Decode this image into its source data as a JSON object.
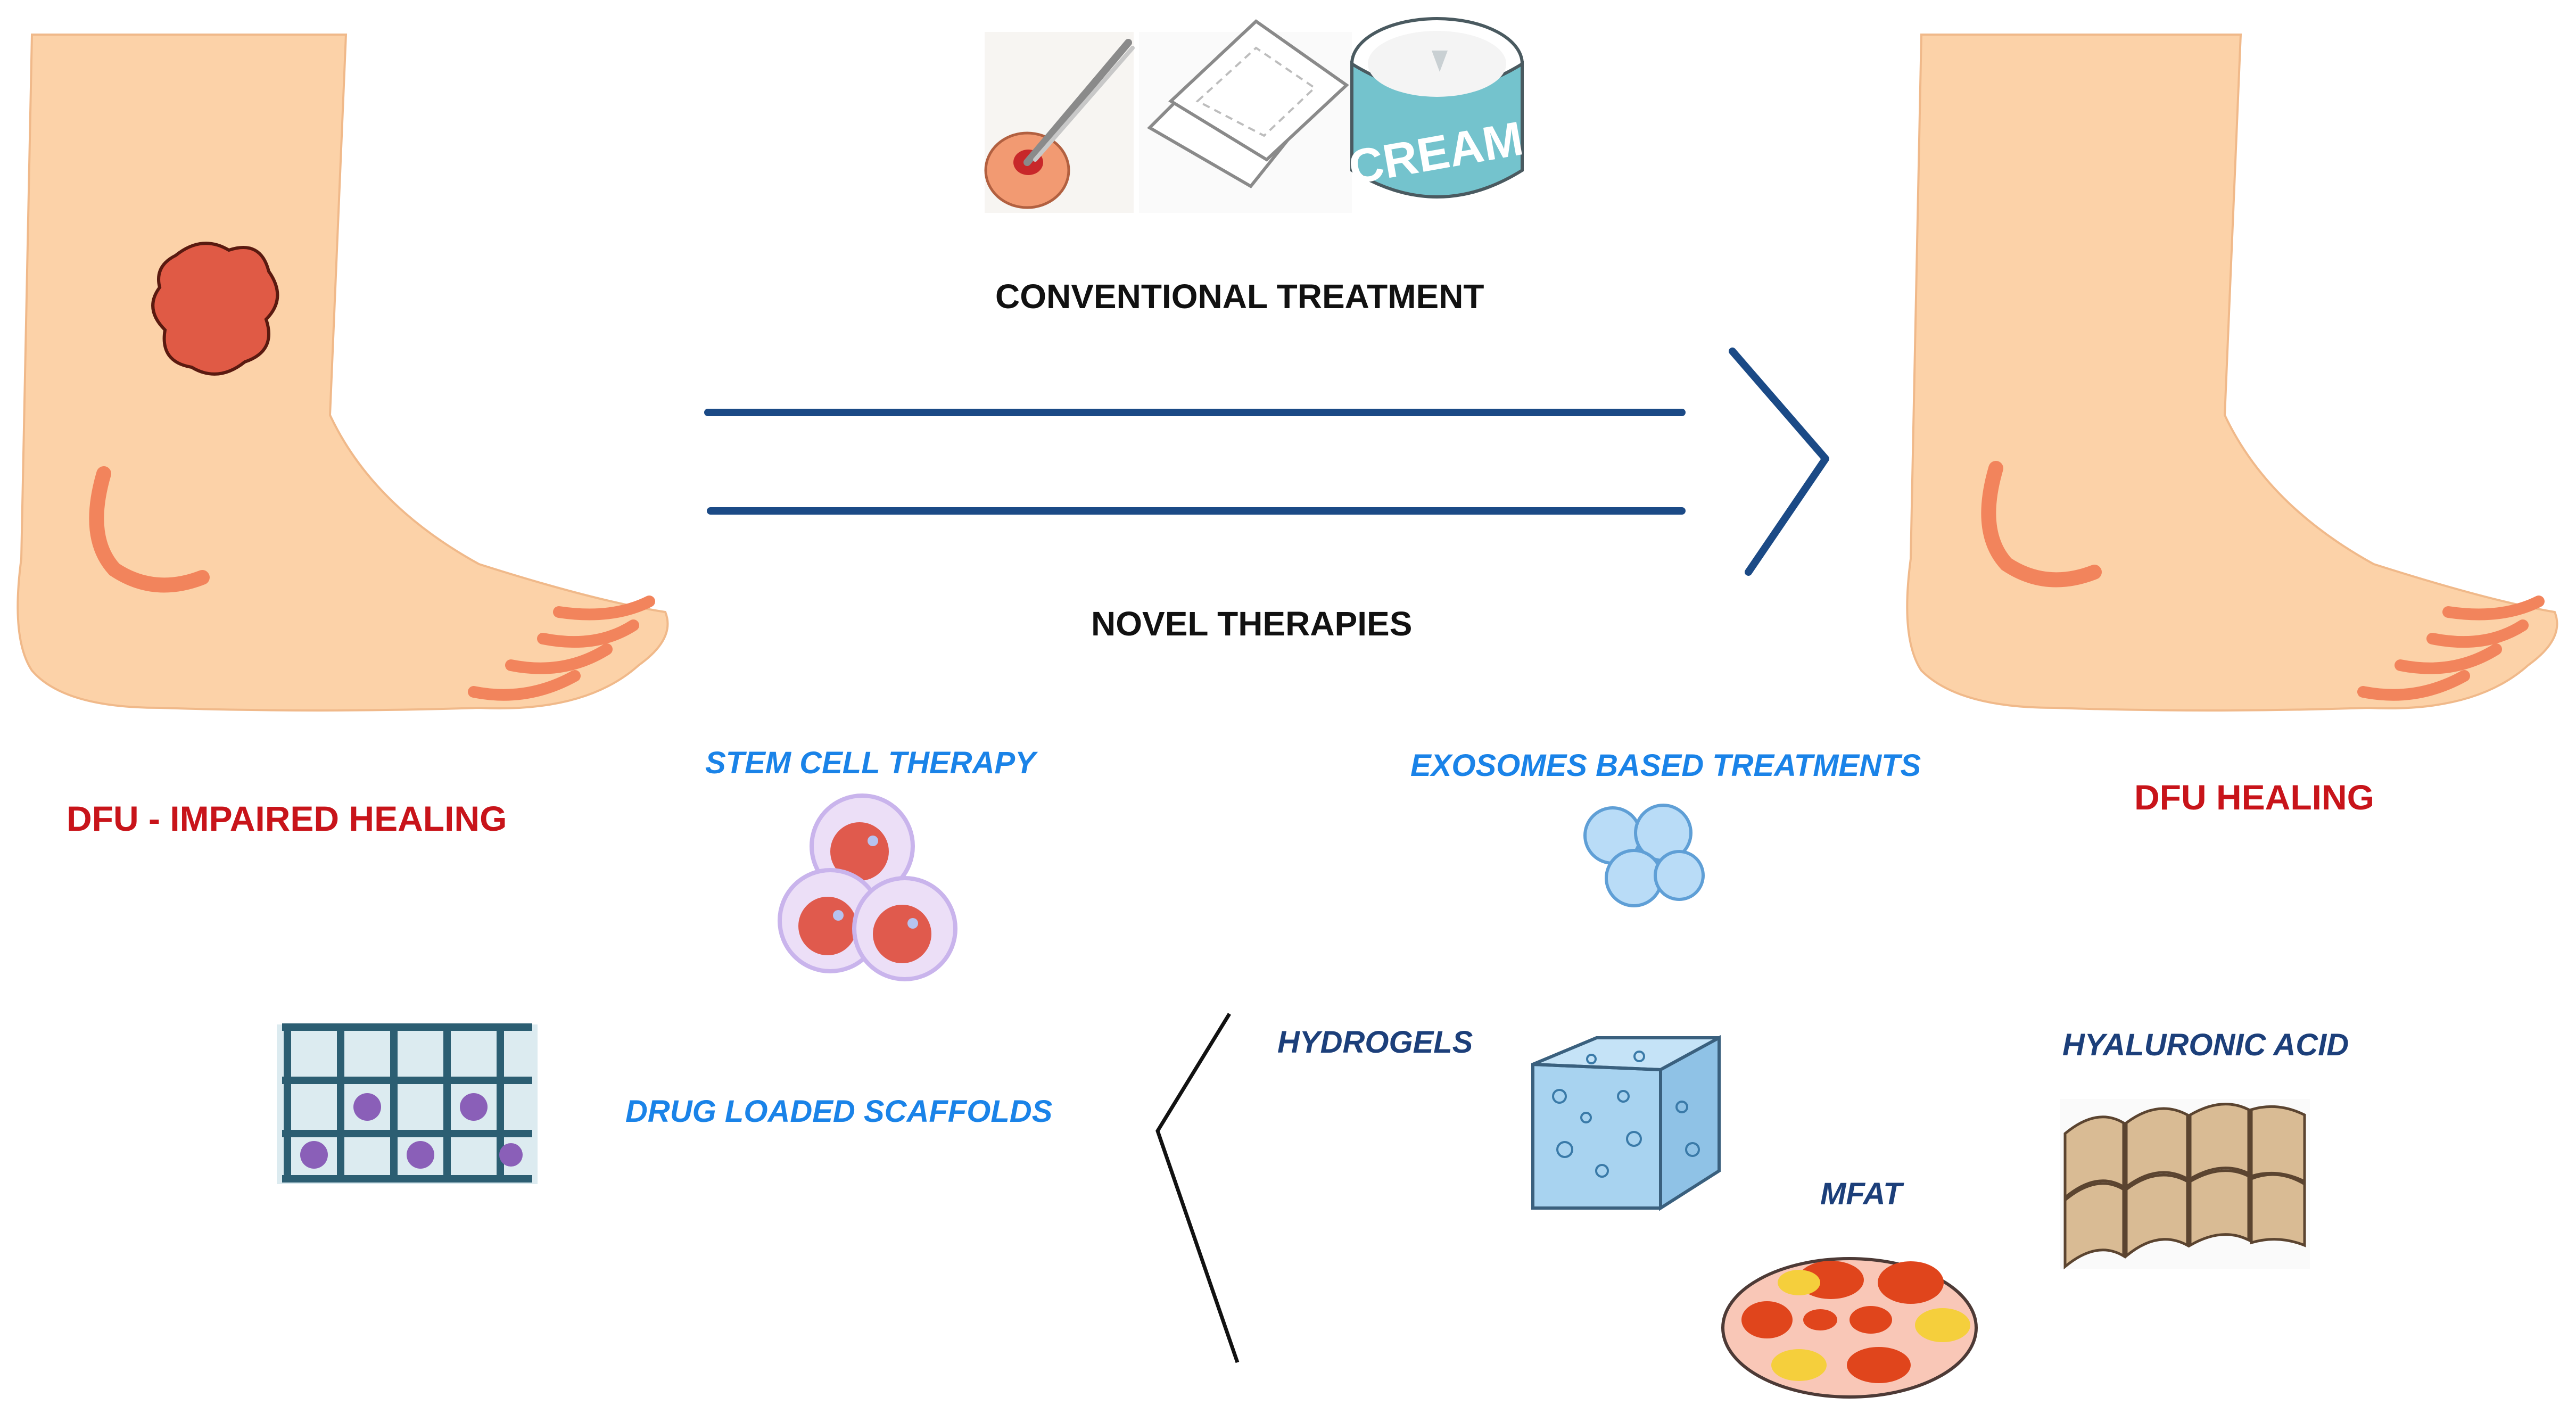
{
  "labels": {
    "conventional": "CONVENTIONAL TREATMENT",
    "novel": "NOVEL THERAPIES",
    "impaired": "DFU - IMPAIRED HEALING",
    "healing": "DFU HEALING",
    "stem_cell": "STEM CELL THERAPY",
    "exosomes": "EXOSOMES BASED TREATMENTS",
    "scaffolds": "DRUG LOADED SCAFFOLDS",
    "hydrogels": "HYDROGELS",
    "hyaluronic": "HYALURONIC ACID",
    "mfat": "MFAT"
  },
  "illustrations": {
    "cream_jar_text": "CREAM"
  },
  "colors": {
    "skin": "#fcd2a8",
    "wound": "#e05a45",
    "arrow": "#1b4a86",
    "outcome_red": "#c8141a",
    "therapy_blue": "#1a83e8",
    "therapy_navy": "#1c3f7a"
  }
}
